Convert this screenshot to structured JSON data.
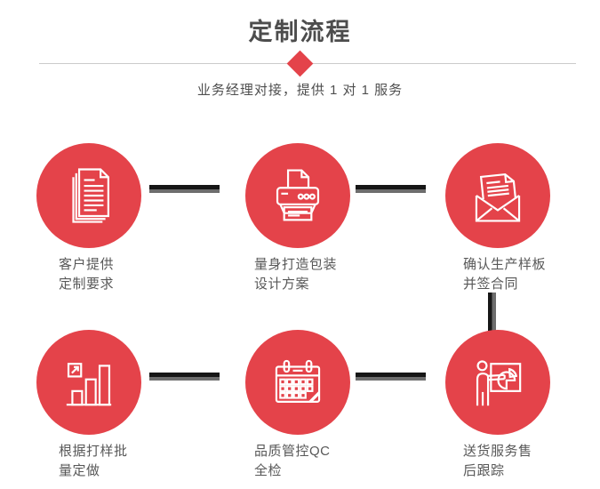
{
  "page": {
    "title": "定制流程",
    "subtitle": "业务经理对接，提供 1 对 1 服务"
  },
  "colors": {
    "accent": "#e4434a",
    "connector_dark": "#161616",
    "connector_gray": "#6d6d6d",
    "title_text": "#4d4d4d",
    "label_text": "#585858",
    "divider_line": "#cbcbcb"
  },
  "steps": [
    {
      "icon": "documents-icon",
      "line1": "客户提供",
      "line2": "定制要求"
    },
    {
      "icon": "printer-icon",
      "line1": "量身打造包装",
      "line2": "设计方案"
    },
    {
      "icon": "envelope-icon",
      "line1": "确认生产样板",
      "line2": "并签合同"
    },
    {
      "icon": "bar-chart-icon",
      "line1": "根据打样批",
      "line2": "量定做"
    },
    {
      "icon": "calendar-icon",
      "line1": "品质管控QC",
      "line2": "全检"
    },
    {
      "icon": "presentation-icon",
      "line1": "送货服务售",
      "line2": "后跟踪"
    }
  ]
}
